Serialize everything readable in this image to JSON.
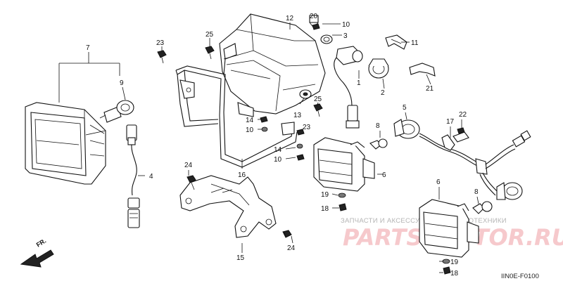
{
  "diagram": {
    "callouts": {
      "p1": "1",
      "p2": "2",
      "p3": "3",
      "p4": "4",
      "p5": "5",
      "p6a": "6",
      "p6b": "6",
      "p7": "7",
      "p8a": "8",
      "p8b": "8",
      "p9": "9",
      "p10a": "10",
      "p10b": "10",
      "p10c": "10",
      "p11": "11",
      "p12": "12",
      "p13": "13",
      "p14a": "14",
      "p14b": "14",
      "p15": "15",
      "p16": "16",
      "p17": "17",
      "p18a": "18",
      "p18b": "18",
      "p19a": "19",
      "p19b": "19",
      "p20": "20",
      "p21": "21",
      "p22": "22",
      "p23a": "23",
      "p23b": "23",
      "p24a": "24",
      "p24b": "24",
      "p25a": "25",
      "p25b": "25"
    },
    "direction_marker": "FR.",
    "drawing_code": "IIN0E-F0100"
  },
  "watermark": {
    "subtitle": "ЗАПЧАСТИ И АКСЕССУАРЫ ДЛЯ МОТОТЕХНИКИ",
    "brand": "PARTS-MOTOR.RU"
  }
}
